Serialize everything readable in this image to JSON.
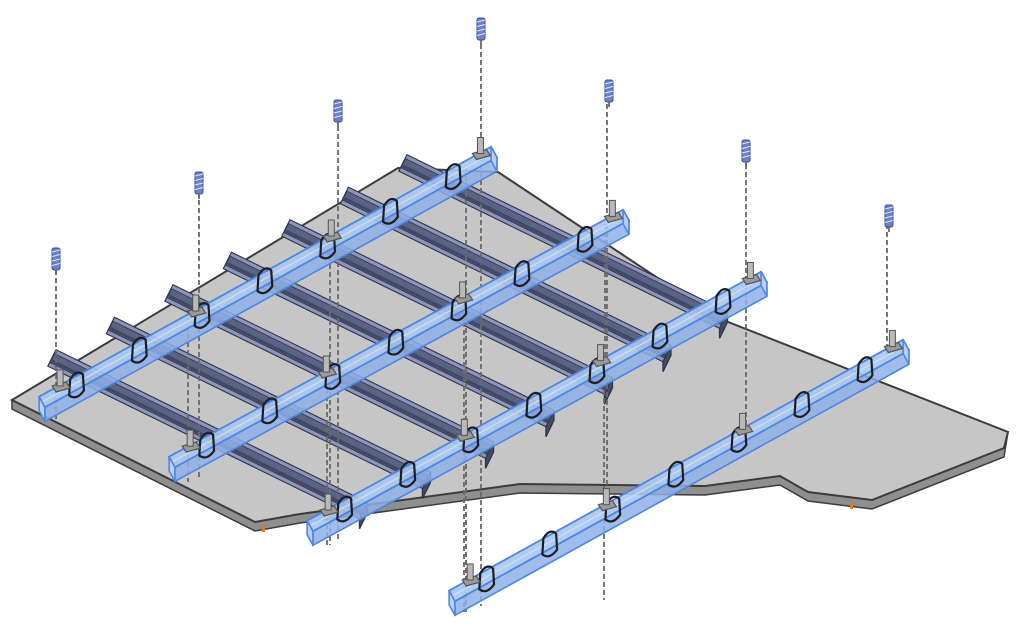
{
  "scene": {
    "subject": "isometric-suspended-ceiling-grid",
    "colors": {
      "background": "#ffffff",
      "board_top": "#c6c6c6",
      "board_edge": "#8f8f8f",
      "board_outline": "#3c3c3c",
      "runner_body": "#5a6384",
      "runner_dark": "#2d3349",
      "runner_light": "#8d96b8",
      "carrier_fill": "#a9c6ee",
      "carrier_stroke": "#4d86e2",
      "clip": "#1d1d24",
      "rod": "#6a6a6a",
      "anchor": "#6e82cc",
      "bracket": "#9a9a9a"
    },
    "counts": {
      "furring_runners": 7,
      "main_carriers": 4,
      "hangers_per_carrier": 4
    }
  }
}
